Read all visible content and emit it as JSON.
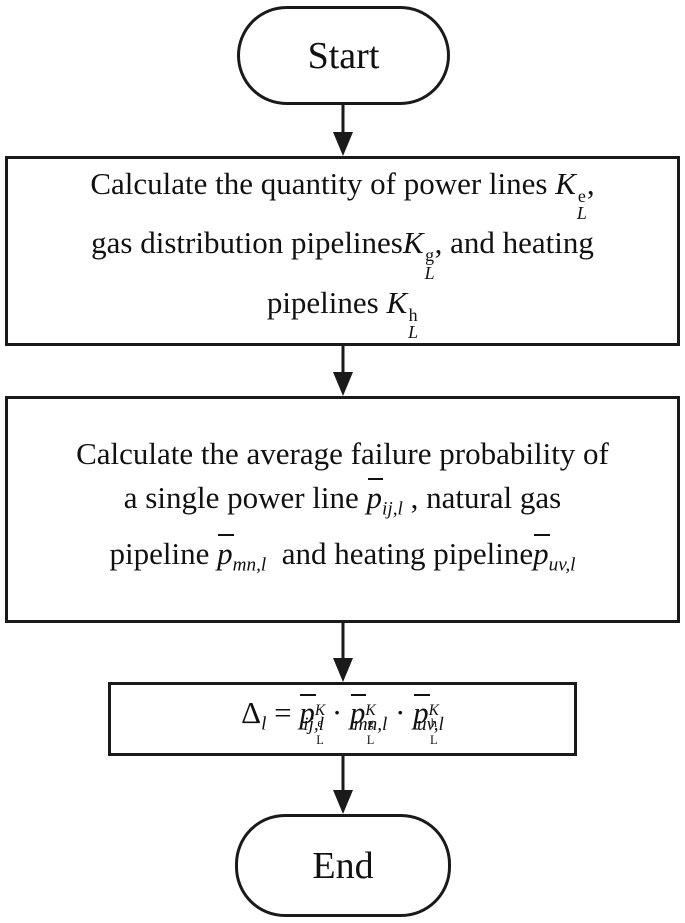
{
  "start_label": "Start",
  "end_label": "End",
  "step1": {
    "line1_text": "Calculate the quantity of power lines ",
    "line1_symbol": "K",
    "line1_sub": "L",
    "line1_sup": "e",
    "line1_tail": ",",
    "line2_text": "gas distribution pipelines",
    "line2_symbol": "K",
    "line2_sub": "L",
    "line2_sup": "g",
    "line2_tail": ", and heating",
    "line3_text": "pipelines ",
    "line3_symbol": "K",
    "line3_sub": "L",
    "line3_sup": "h"
  },
  "step2": {
    "line1_text": "Calculate the average failure probability of",
    "line2_text": "a single power line ",
    "line2_symbol": "p",
    "line2_sub": "ij,l",
    "line2_tail": " , natural gas",
    "line3_text": "pipeline ",
    "line3_symbol": "p",
    "line3_sub": "mn,l",
    "line3_mid": "  and heating pipeline",
    "line3_symbol2": "p",
    "line3_sub2": "uv,l"
  },
  "step3": {
    "lhs": "Δ",
    "lhs_sub": "l",
    "equals": " = ",
    "dot": " · ",
    "term1_symbol": "p",
    "term1_sub": "ij,l",
    "term1_exp": "K",
    "term1_exp_sup": "e",
    "term1_exp_sub": "L",
    "term2_symbol": "p",
    "term2_sub": "mn,l",
    "term2_exp": "K",
    "term2_exp_sup": "g",
    "term2_exp_sub": "L",
    "term3_symbol": "p",
    "term3_sub": "uv,l",
    "term3_exp": "K",
    "term3_exp_sup": "h",
    "term3_exp_sub": "L"
  },
  "colors": {
    "stroke": "#1a1a1a",
    "background": "#ffffff"
  }
}
